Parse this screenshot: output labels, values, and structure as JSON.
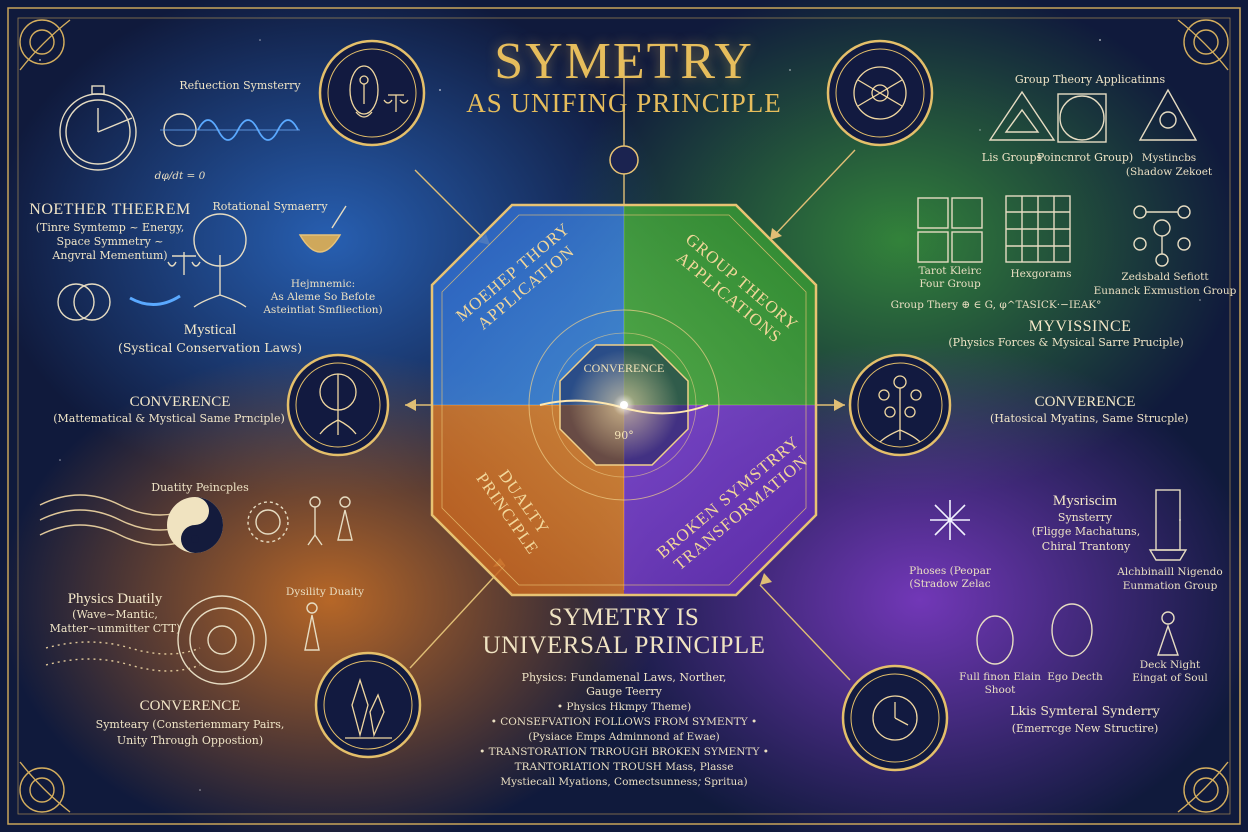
{
  "title": "SYMETRY",
  "subtitle": "AS UNIFING PRINCIPLE",
  "quadrants": {
    "top_left": "MOEHEP THORY APPLICATION",
    "top_right": "GROUP THEORY APPLICATIONS",
    "bottom_left": "DUALTY PRINCIPLE",
    "bottom_right": "BROKEN SYMSTRRY TRANSFORMATION",
    "center": "CONVERENCE",
    "center_sub": "90°"
  },
  "left": {
    "reflection_label": "Refuection Symsterry",
    "reflection_equation": "dφ/dt = 0",
    "noether_title": "NOETHER THEEREM",
    "noether_line1": "(Tinre Symtemp ~ Energy,",
    "noether_line2": "Space Symmetry ~",
    "noether_line3": "Angvral Mementum)",
    "rotational_label": "Rotational Symaerry",
    "hermetic_line1": "Hejmnemic:",
    "hermetic_line2": "As Aleme So Befote",
    "hermetic_line3": "Asteintiat Smfliection)",
    "mystical_title": "Mystical",
    "mystical_sub": "(Systical Conservation Laws)",
    "convergence_title": "CONVERENCE",
    "convergence_sub": "(Mattematical & Mystical Same Prnciple)",
    "duality_title": "Duatity Peincples",
    "physics_duality_title": "Physics Duatily",
    "physics_duality_line1": "(Wave~Mantic,",
    "physics_duality_line2": "Matter~ummitter CTT)",
    "dysility_label": "Dysility Duaity",
    "convergence2_title": "CONVERENCE",
    "convergence2_line1": "Symteary (Consteriemmary Pairs,",
    "convergence2_line2": "Unity Through Oppostion)"
  },
  "right": {
    "group_theory_title": "Group Theory Applicatinns",
    "lie_groups": "Lis Groups",
    "poincare": "Poincnrot Group)",
    "mysticobs_line1": "Mystincbs",
    "mysticobs_line2": "(Shadow Zekoet",
    "tarot_line1": "Tarot Kleirc",
    "tarot_line2": "Four Group",
    "hexagrams": "Hexgorams",
    "zodiac_line1": "Zedsbald Sefiott",
    "zodiac_line2": "Eunanck Exmustion Group",
    "group_formula": "Group Thery ⊕ ∈ G, φ^TASICK·−IEAK°",
    "myssince_title": "MYVISSINCE",
    "myssince_sub": "(Physics Forces & Mysical Sarre Pruciple)",
    "convergence_title": "CONVERENCE",
    "convergence_sub": "(Hatosical Myatins, Same Strucple)",
    "mysticism_title": "Mysriscim",
    "mysticism_line1": "Synsterry",
    "mysticism_line2": "(Fligge Machatuns,",
    "mysticism_line3": "Chiral Trantony",
    "phoses_line1": "Phoses (Peopar",
    "phoses_line2": "(Stradow Zelac",
    "alchemical_line1": "Alchbinaill Nigendo",
    "alchemical_line2": "Eunmation Group",
    "full_moon_line1": "Full finon Elain",
    "full_moon_line2": "Shoot",
    "ego_death": "Ego Decth",
    "dark_night_line1": "Deck Night",
    "dark_night_line2": "Eingat of Soul",
    "broken_title": "Lkis Symteral Synderry",
    "broken_sub": "(Emerrcge New Structire)"
  },
  "center_bottom": {
    "headline1": "SYMETRY IS",
    "headline2": "UNIVERSAL PRINCIPLE",
    "line1": "Physics: Fundamenal Laws, Norther,",
    "line2": "Gauge Teerry",
    "line3": "• Physics Hkmpy Theme)",
    "line4": "• CONSEFVATION FOLLOWS FROM SYMENTY •",
    "line5": "(Pysiace Emps Adminnond af Ewae)",
    "line6": "• TRANSTORATION TRROUGH BROKEN SYMENTY •",
    "line7": "TRANTORIATION TROUSH Mass, Plasse",
    "line8": "Mystiecall Myations, Comectsunness, Spritua)"
  },
  "colors": {
    "gold": "#e6bd5c",
    "blue_quadrant": "#2f6fd0",
    "green_quadrant": "#3f9c3a",
    "orange_quadrant": "#d6782a",
    "purple_quadrant": "#7a3fc8",
    "background": "#101a3c"
  }
}
